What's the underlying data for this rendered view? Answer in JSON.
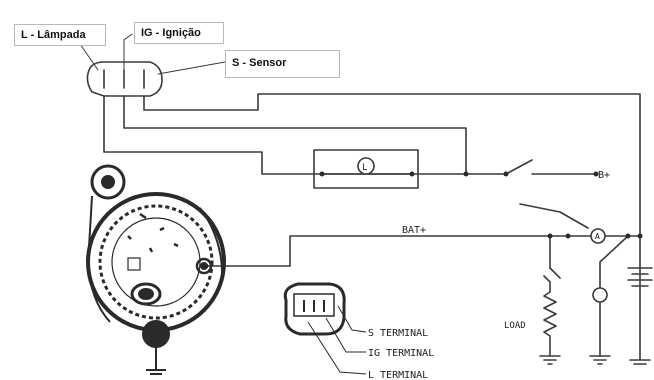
{
  "callouts": {
    "lamp": "L - Lâmpada",
    "ignition": "IG - Ignição",
    "sensor": "S - Sensor"
  },
  "labels": {
    "b_plus": "B+",
    "bat_plus": "BAT+",
    "load": "LOAD",
    "s_terminal": "S TERMINAL",
    "ig_terminal": "IG TERMINAL",
    "l_terminal": "L TERMINAL"
  },
  "symbols": {
    "lamp": "L",
    "ammeter": "A"
  }
}
